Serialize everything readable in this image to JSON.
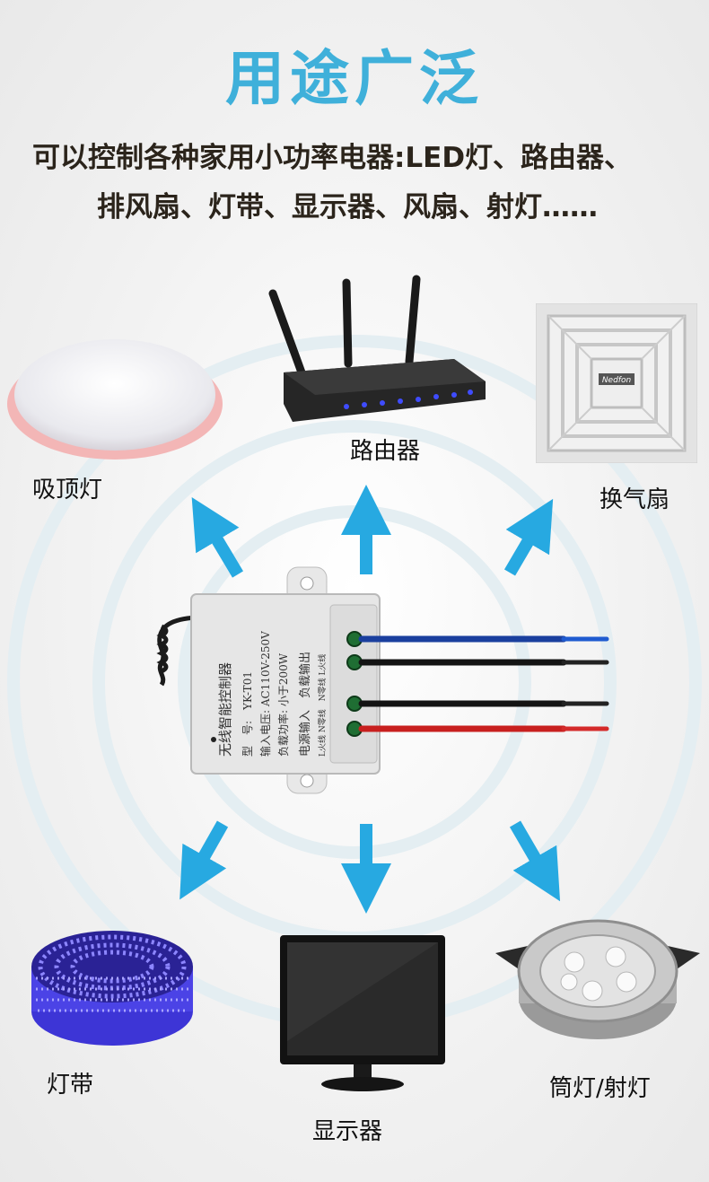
{
  "header": {
    "title": "用途广泛",
    "subtitle_line1": "可以控制各种家用小功率电器:LED灯、路由器、",
    "subtitle_line2": "排风扇、灯带、显示器、风扇、射灯……"
  },
  "devices": {
    "ceiling_light": "吸顶灯",
    "router": "路由器",
    "exhaust_fan": "换气扇",
    "light_strip": "灯带",
    "monitor": "显示器",
    "spotlight": "筒灯/射灯"
  },
  "controller": {
    "line1": "无线智能控制器",
    "line2": "型　号:　YK-T01",
    "line3": "输入电压: AC110V-250V",
    "line4": "负载功率: 小于200W",
    "line5": "电源输入　负载输出",
    "line6": "L火线 N零线　N零线 L火线"
  },
  "fan_brand": "Nedfon",
  "colors": {
    "accent": "#3fb0da",
    "arrow": "#27a9e1"
  }
}
